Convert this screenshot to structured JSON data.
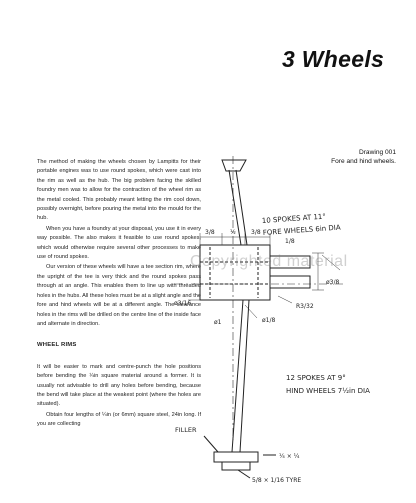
{
  "page": {
    "chapter_title": "3  Wheels",
    "watermark": "Copyrighted material"
  },
  "text": {
    "p1": "The method of making the wheels chosen by Lampitts for their portable engines was to use round spokes, which were cast into the rim as well as the hub. The big problem facing the skilled foundry men was to allow for the contraction of the wheel rim as the metal cooled. This probably meant letting the rim cool down, possibly overnight, before pouring the metal into the mould for the hub.",
    "p2": "When you have a foundry at your disposal, you use it in every way possible. The also makes it feasible to use round spokes, which would otherwise require several other processes to make use of round spokes.",
    "p3": "Our version of these wheels will have a tee section rim, where the upright of the tee is very thick and the round spokes pass through at an angle. This enables them to line up with threaded holes in the hubs. All these holes must be at a slight angle and the fore and hind wheels will be at a different angle. The clearance holes in the rims will be drilled on the centre line of the inside face and alternate in direction.",
    "section_heading": "WHEEL RIMS",
    "p4": "It will be easier to mark and centre-punch the hole positions before bending the ¼in square material around a former. It is usually not advisable to drill any holes before bending, because the bend will take place at the weakest point (where the holes are situated).",
    "p5": "Obtain four lengths of ¼in (or 6mm) square steel, 24in long. If you are collecting"
  },
  "drawing": {
    "number": "Drawing 001",
    "title": "Fore and hind wheels.",
    "labels": {
      "fore_spokes": "10 SPOKES AT 11°",
      "fore_wheels": "FORE WHEELS 6in DIA",
      "hind_spokes": "12 SPOKES AT 9°",
      "hind_wheels": "HIND WHEELS 7½in DIA",
      "filler": "FILLER",
      "tyre": "5/8 × 1/16 TYRE",
      "rim_section": "¼ × ¼",
      "hub_left_dim": "3/8",
      "hub_mid_dim": "½",
      "hub_right_dim": "3/8",
      "bore_small": "1/8",
      "bore_left": "ø3/16",
      "centre_dia": "ø1",
      "spoke_dia": "ø1/8",
      "radius": "R3/32",
      "collar_dim": "ø3/8"
    }
  }
}
